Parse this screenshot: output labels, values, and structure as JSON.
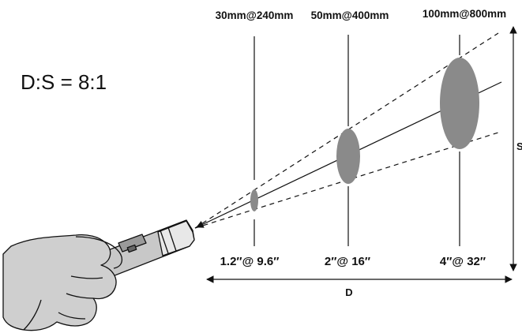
{
  "ratio_label": "D:S = 8:1",
  "spots": [
    {
      "metric": "30mm@240mm",
      "imperial": "1.2″@ 9.6″"
    },
    {
      "metric": "50mm@400mm",
      "imperial": "2″@ 16″"
    },
    {
      "metric": "100mm@800mm",
      "imperial": "4″@ 32″"
    }
  ],
  "axes": {
    "distance": "D",
    "spot": "S"
  },
  "colors": {
    "spot_fill": "#8a8a8a",
    "line": "#111111",
    "device_fill": "#c8c8c8",
    "hand_fill": "#cfcfcf"
  }
}
